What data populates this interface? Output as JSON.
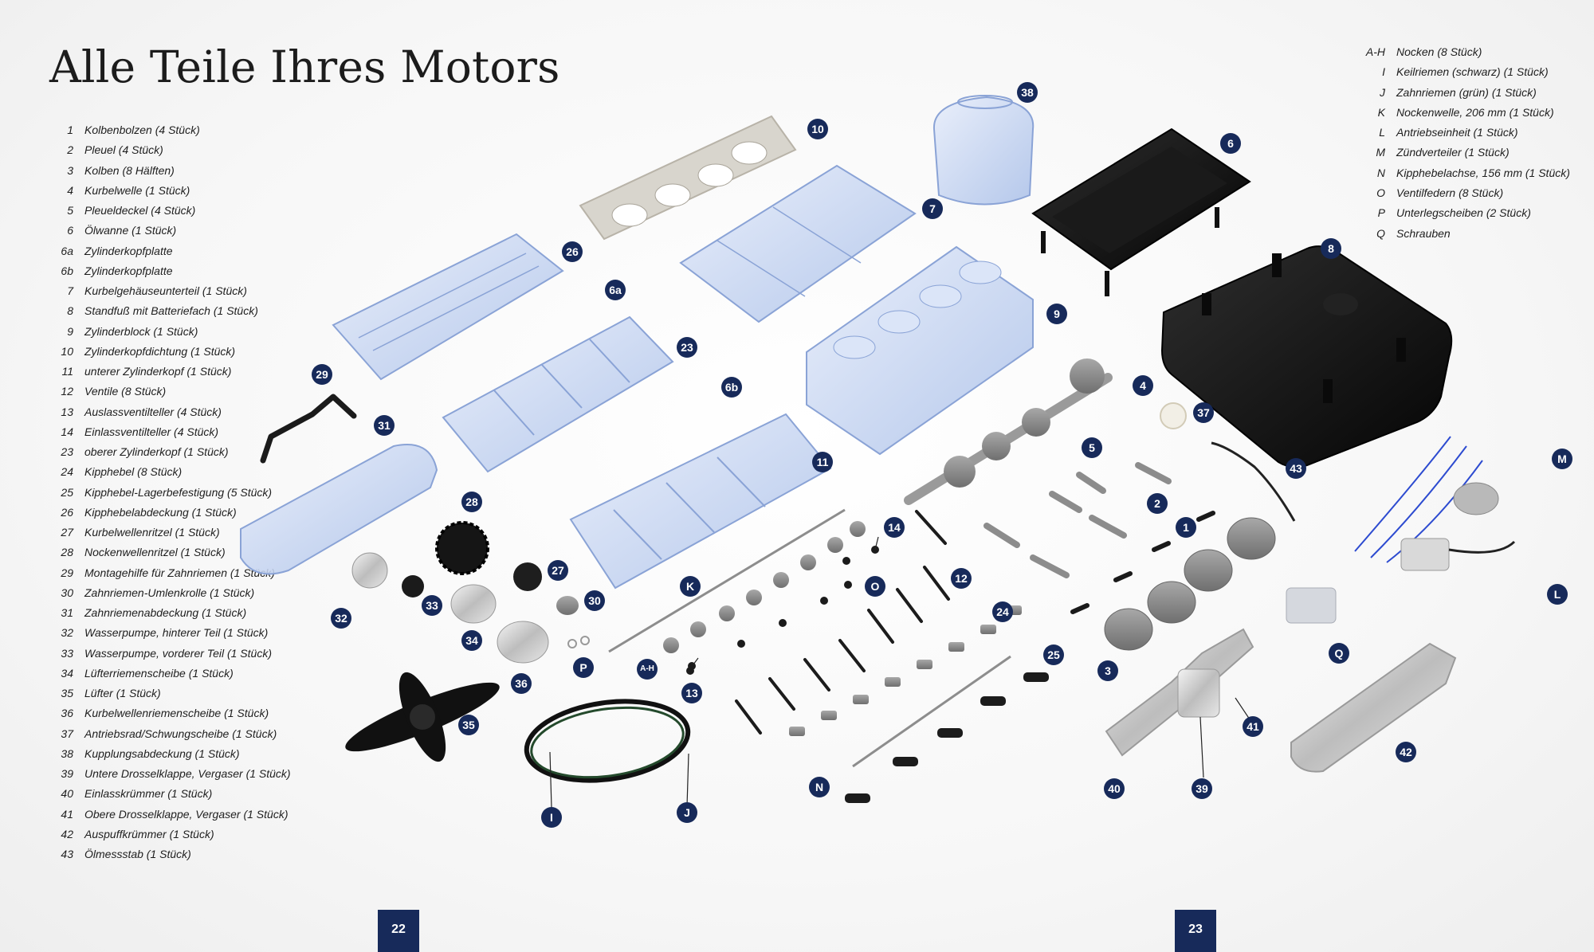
{
  "title": "Alle Teile Ihres Motors",
  "parts": [
    {
      "num": "1",
      "label": "Kolbenbolzen (4 Stück)"
    },
    {
      "num": "2",
      "label": "Pleuel (4 Stück)"
    },
    {
      "num": "3",
      "label": "Kolben (8 Hälften)"
    },
    {
      "num": "4",
      "label": "Kurbelwelle (1 Stück)"
    },
    {
      "num": "5",
      "label": "Pleueldeckel (4 Stück)"
    },
    {
      "num": "6",
      "label": "Ölwanne (1 Stück)"
    },
    {
      "num": "6a",
      "label": "Zylinderkopfplatte"
    },
    {
      "num": "6b",
      "label": "Zylinderkopfplatte"
    },
    {
      "num": "7",
      "label": "Kurbelgehäuseunterteil (1 Stück)"
    },
    {
      "num": "8",
      "label": "Standfuß mit Batteriefach (1 Stück)"
    },
    {
      "num": "9",
      "label": "Zylinderblock (1 Stück)"
    },
    {
      "num": "10",
      "label": "Zylinderkopfdichtung (1 Stück)"
    },
    {
      "num": "11",
      "label": "unterer Zylinderkopf (1 Stück)"
    },
    {
      "num": "12",
      "label": "Ventile (8 Stück)"
    },
    {
      "num": "13",
      "label": "Auslassventilteller (4 Stück)"
    },
    {
      "num": "14",
      "label": "Einlassventilteller (4 Stück)"
    },
    {
      "num": "23",
      "label": "oberer Zylinderkopf (1 Stück)"
    },
    {
      "num": "24",
      "label": "Kipphebel (8 Stück)"
    },
    {
      "num": "25",
      "label": "Kipphebel-Lagerbefestigung (5 Stück)"
    },
    {
      "num": "26",
      "label": "Kipphebelabdeckung (1 Stück)"
    },
    {
      "num": "27",
      "label": "Kurbelwellenritzel (1 Stück)"
    },
    {
      "num": "28",
      "label": "Nockenwellenritzel (1 Stück)"
    },
    {
      "num": "29",
      "label": "Montagehilfe für Zahnriemen (1 Stück)"
    },
    {
      "num": "30",
      "label": "Zahnriemen-Umlenkrolle (1 Stück)"
    },
    {
      "num": "31",
      "label": "Zahnriemenabdeckung (1 Stück)"
    },
    {
      "num": "32",
      "label": "Wasserpumpe, hinterer Teil (1 Stück)"
    },
    {
      "num": "33",
      "label": "Wasserpumpe, vorderer Teil (1 Stück)"
    },
    {
      "num": "34",
      "label": "Lüfterriemenscheibe (1 Stück)"
    },
    {
      "num": "35",
      "label": "Lüfter (1 Stück)"
    },
    {
      "num": "36",
      "label": "Kurbelwellenriemenscheibe (1 Stück)"
    },
    {
      "num": "37",
      "label": "Antriebsrad/Schwungscheibe (1 Stück)"
    },
    {
      "num": "38",
      "label": "Kupplungsabdeckung (1 Stück)"
    },
    {
      "num": "39",
      "label": "Untere Drosselklappe, Vergaser (1 Stück)"
    },
    {
      "num": "40",
      "label": "Einlasskrümmer (1 Stück)"
    },
    {
      "num": "41",
      "label": "Obere Drosselklappe, Vergaser (1 Stück)"
    },
    {
      "num": "42",
      "label": "Auspuffkrümmer (1 Stück)"
    },
    {
      "num": "43",
      "label": "Ölmessstab (1 Stück)"
    }
  ],
  "legend": [
    {
      "num": "A-H",
      "label": "Nocken (8 Stück)"
    },
    {
      "num": "I",
      "label": "Keilriemen (schwarz) (1 Stück)"
    },
    {
      "num": "J",
      "label": "Zahnriemen (grün) (1 Stück)"
    },
    {
      "num": "K",
      "label": "Nockenwelle, 206 mm (1 Stück)"
    },
    {
      "num": "L",
      "label": "Antriebseinheit (1 Stück)"
    },
    {
      "num": "M",
      "label": "Zündverteiler (1 Stück)"
    },
    {
      "num": "N",
      "label": "Kipphebelachse, 156 mm (1 Stück)"
    },
    {
      "num": "O",
      "label": "Ventilfedern (8 Stück)"
    },
    {
      "num": "P",
      "label": "Unterlegscheiben (2 Stück)"
    },
    {
      "num": "Q",
      "label": "Schrauben"
    }
  ],
  "badges": {
    "b38": "38",
    "b10": "10",
    "b6": "6",
    "b26": "26",
    "b7": "7",
    "b8": "8",
    "b6a": "6a",
    "b23": "23",
    "b9": "9",
    "b29": "29",
    "b6b": "6b",
    "b4": "4",
    "b31": "31",
    "b37": "37",
    "b5": "5",
    "b11": "11",
    "b43": "43",
    "bM": "M",
    "b28": "28",
    "b2": "2",
    "b14": "14",
    "b1": "1",
    "b27": "27",
    "bK": "K",
    "bO": "O",
    "b12": "12",
    "b32": "32",
    "b33": "33",
    "b30": "30",
    "b24": "24",
    "bL": "L",
    "b34": "34",
    "bP": "P",
    "bAH": "A-H",
    "b25": "25",
    "b3": "3",
    "bQ": "Q",
    "b36": "36",
    "b13": "13",
    "b35": "35",
    "b41": "41",
    "b42": "42",
    "bN": "N",
    "b40": "40",
    "b39": "39",
    "bI": "I",
    "bJ": "J"
  },
  "page_numbers": {
    "left": "22",
    "right": "23"
  },
  "colors": {
    "badge": "#172a5a",
    "clear_plastic": "#9ab4e2",
    "black_part": "#0c0c0c",
    "grey_part": "#8a8a8a"
  }
}
